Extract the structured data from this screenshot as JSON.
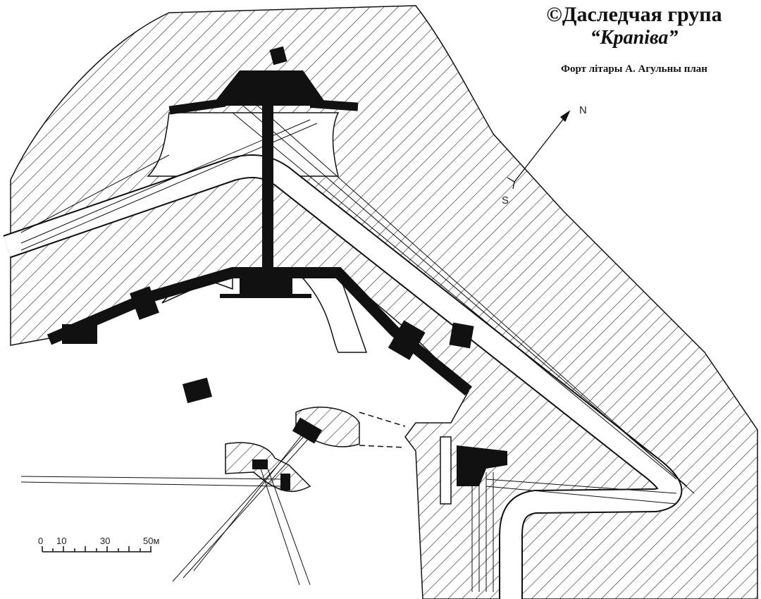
{
  "header": {
    "line1": "©Даследчая група",
    "line2": "“Крапіва”",
    "caption": "Форт літары А. Агульны план"
  },
  "compass": {
    "north": "N",
    "south": "S"
  },
  "scale": {
    "ticks": [
      "0",
      "10",
      "30",
      "50м"
    ]
  },
  "colors": {
    "ink": "#111111",
    "paper": "#ffffff"
  }
}
